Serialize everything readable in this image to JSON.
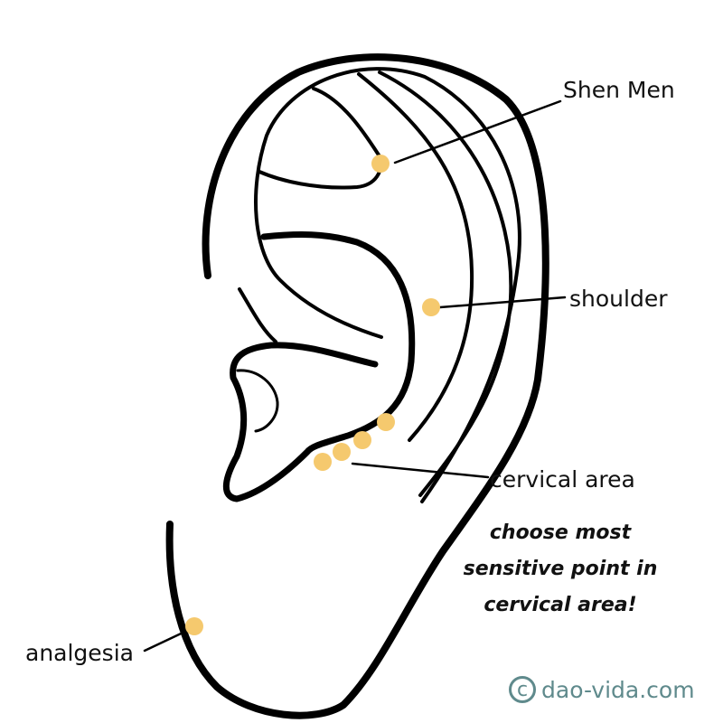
{
  "labels": {
    "shen_men": "Shen Men",
    "shoulder": "shoulder",
    "cervical_area": "cervical area",
    "analgesia": "analgesia"
  },
  "note": {
    "lines": [
      "choose most",
      "sensitive point in",
      "cervical area!"
    ]
  },
  "watermark": {
    "symbol": "c",
    "text": "dao-vida.com"
  },
  "colors": {
    "point": "#F5C96E",
    "line": "#000000",
    "watermark": "#5F8A8C"
  }
}
